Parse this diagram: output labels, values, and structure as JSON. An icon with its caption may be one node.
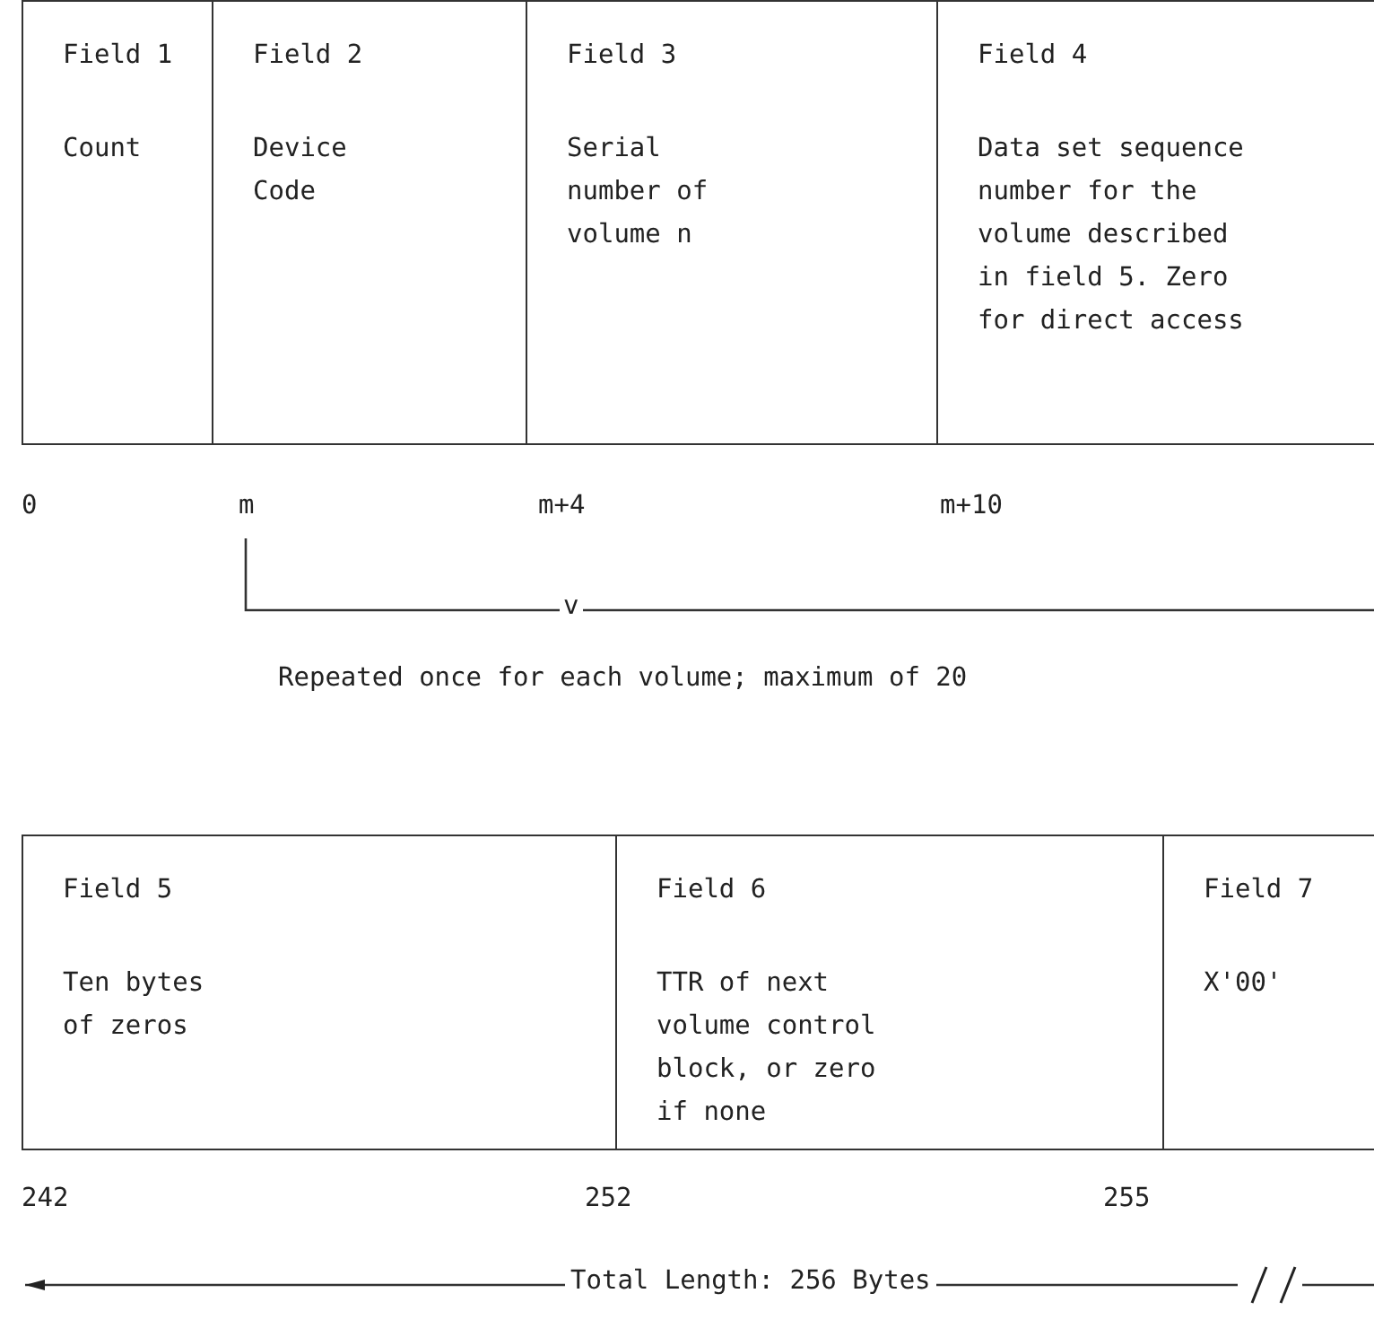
{
  "diagram": {
    "nodes": [
      {
        "text": [
          "Field 1",
          "Count"
        ]
      },
      {
        "text": [
          "Field 2",
          "Device Code"
        ]
      },
      {
        "text": [
          "Field 3",
          "Serial number of volume n"
        ]
      },
      {
        "text": [
          "Field 4",
          "Data set sequence number for the volume described in field 5. Zero for direct access"
        ]
      },
      {
        "text": [
          "Field 5",
          "Ten bytes of zeros"
        ]
      },
      {
        "text": [
          "Field 6",
          "TTR of next volume control block, or zero if none"
        ]
      },
      {
        "text": [
          "Field 7",
          "X'00'"
        ]
      }
    ],
    "edges": [],
    "labels": [
      "0",
      "m",
      "m+4",
      "m+10",
      "v",
      "Repeated once for each volume; maximum of 20",
      "242",
      "252",
      "255",
      "Total Length: 256 Bytes"
    ]
  }
}
